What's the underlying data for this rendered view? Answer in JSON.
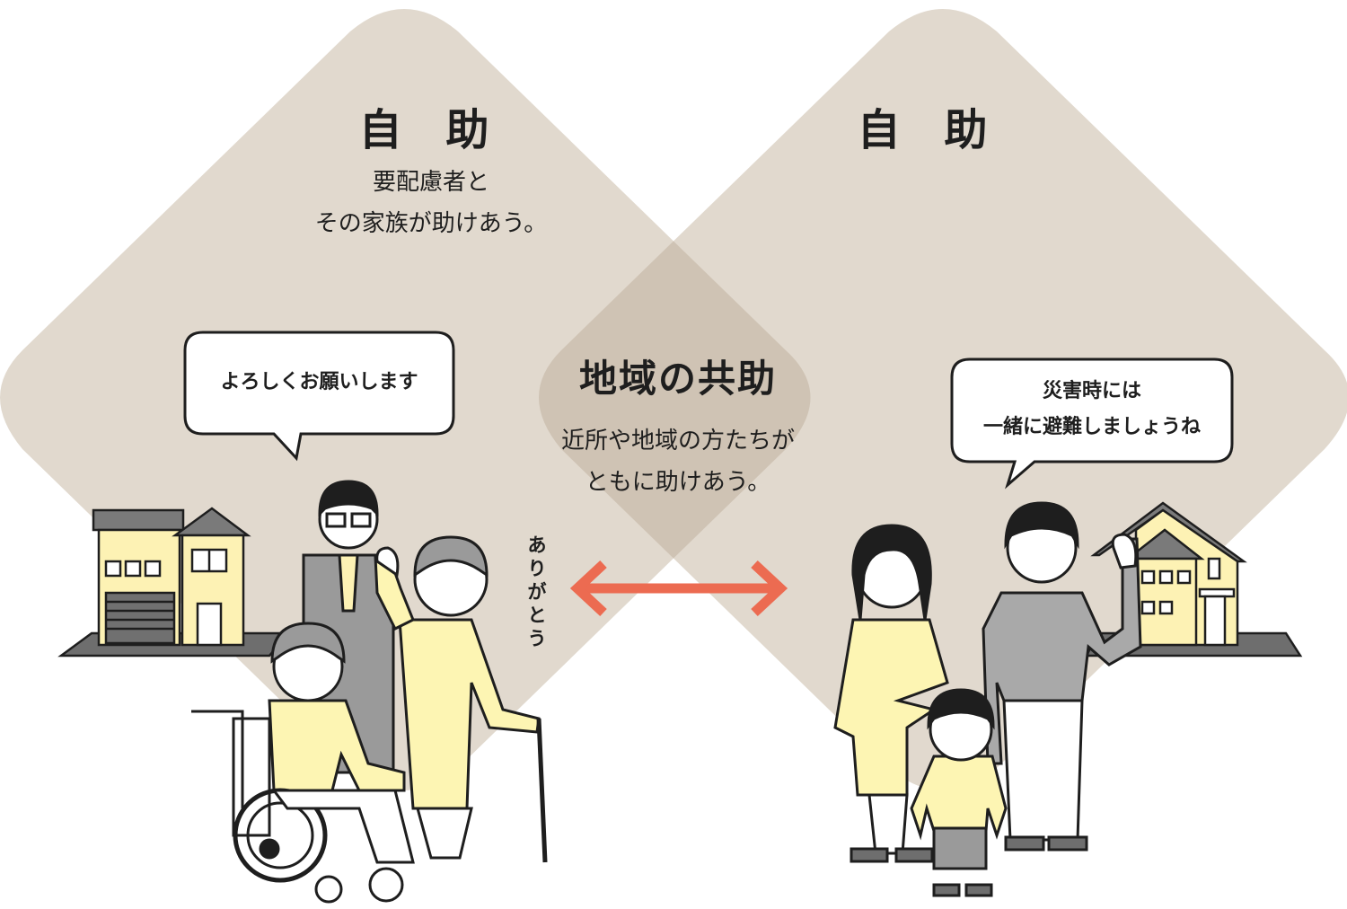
{
  "left_panel": {
    "title": "自 助",
    "desc_line1": "要配慮者と",
    "desc_line2": "その家族が助けあう。"
  },
  "right_panel": {
    "title": "自 助"
  },
  "center_panel": {
    "title": "地域の共助",
    "desc_line1": "近所や地域の方たちが",
    "desc_line2": "ともに助けあう。"
  },
  "bubble_left": {
    "text": "よろしくお願いします"
  },
  "bubble_right": {
    "line1": "災害時には",
    "line2": "一緒に避難しましょうね"
  },
  "thanks_text": "ありがとう",
  "colors": {
    "diamond": "#e1d9ce",
    "overlap": "#cfc3b4",
    "arrow": "#ec6b51",
    "house_wall": "#fdf2b4",
    "shirt_yellow": "#fdf5b3",
    "suit_gray": "#9a9a9a",
    "outline": "#1e1e1e"
  }
}
